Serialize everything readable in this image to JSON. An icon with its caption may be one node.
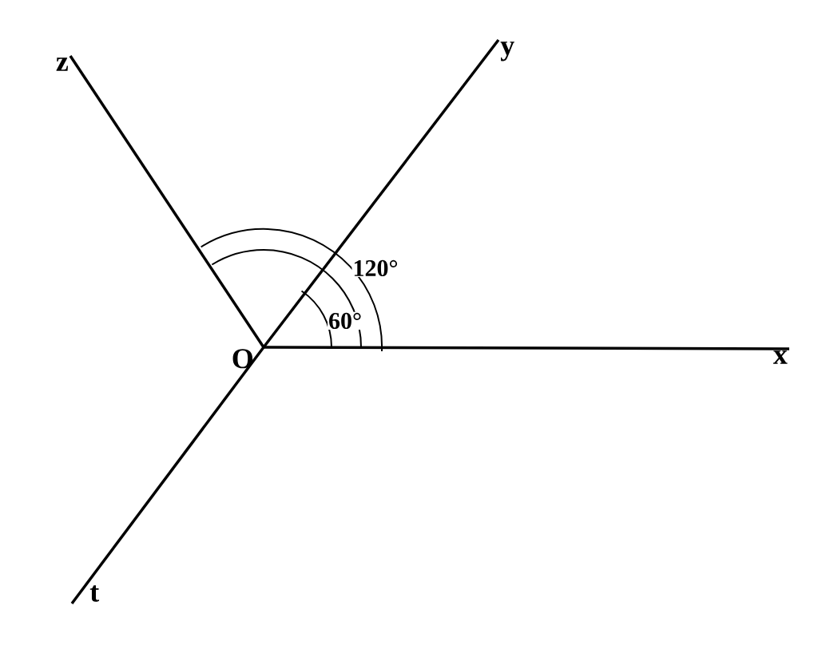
{
  "diagram": {
    "nodes": [
      {
        "text": [
          "O"
        ]
      },
      {
        "text": [
          "x"
        ]
      },
      {
        "text": [
          "y"
        ]
      },
      {
        "text": [
          "z"
        ]
      },
      {
        "text": [
          "t"
        ]
      }
    ],
    "edges": [
      {
        "from": 0,
        "to": 1,
        "arrow": "none"
      },
      {
        "from": 0,
        "to": 2,
        "arrow": "none"
      },
      {
        "from": 0,
        "to": 3,
        "arrow": "none"
      },
      {
        "from": 0,
        "to": 4,
        "arrow": "none"
      }
    ],
    "labels": [
      "120°",
      "60°"
    ]
  }
}
